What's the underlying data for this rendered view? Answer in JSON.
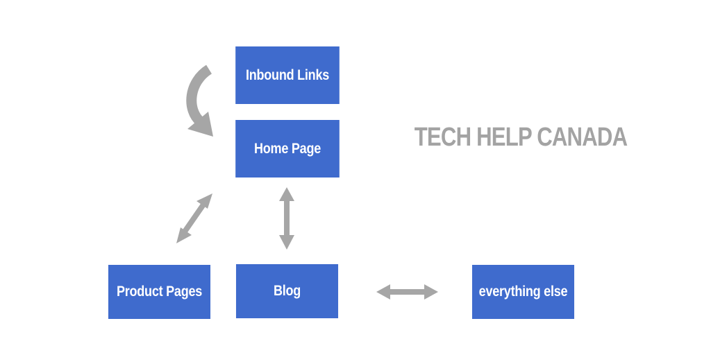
{
  "diagram": {
    "nodes": {
      "inbound": "Inbound Links",
      "home": "Home Page",
      "product": "Product Pages",
      "blog": "Blog",
      "everything": "everything else"
    },
    "brand": "TECH HELP CANADA",
    "colors": {
      "node_fill": "#3f6bcd",
      "node_text": "#ffffff",
      "arrow": "#a6a6a6",
      "brand_text": "#a3a3a3"
    },
    "connections": [
      {
        "from": "Inbound Links",
        "to": "Home Page",
        "direction": "one-way"
      },
      {
        "from": "Home Page",
        "to": "Product Pages",
        "direction": "two-way"
      },
      {
        "from": "Home Page",
        "to": "Blog",
        "direction": "two-way"
      },
      {
        "from": "Blog",
        "to": "everything else",
        "direction": "two-way"
      }
    ]
  }
}
